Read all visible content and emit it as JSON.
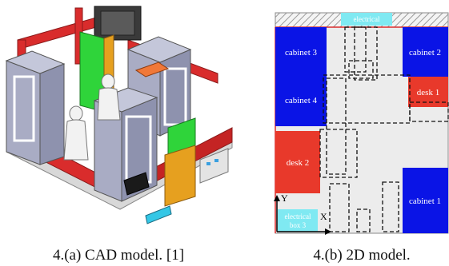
{
  "captions": {
    "cad": "4.(a) CAD model. [1]",
    "plan": "4.(b) 2D model."
  },
  "plan": {
    "top_box": "electrical",
    "bottom_box": "electrical box 3",
    "bottom_box_line1": "electrical",
    "bottom_box_line2": "box 3",
    "cabinets": {
      "cabinet_1": "cabinet 1",
      "cabinet_2": "cabinet 2",
      "cabinet_3": "cabinet 3",
      "cabinet_4": "cabinet 4"
    },
    "desks": {
      "desk_1": "desk 1",
      "desk_2": "desk 2"
    },
    "axes": {
      "x": "X",
      "y": "Y"
    }
  },
  "colors": {
    "cabinet": "#0a14e6",
    "desk": "#e8392b",
    "floor": "#ececec",
    "electrical": "#7fe9f2",
    "frame_red": "#d92c2c",
    "frame_gray": "#a9acc4",
    "green": "#2fd43a",
    "orange": "#e6a01f"
  }
}
